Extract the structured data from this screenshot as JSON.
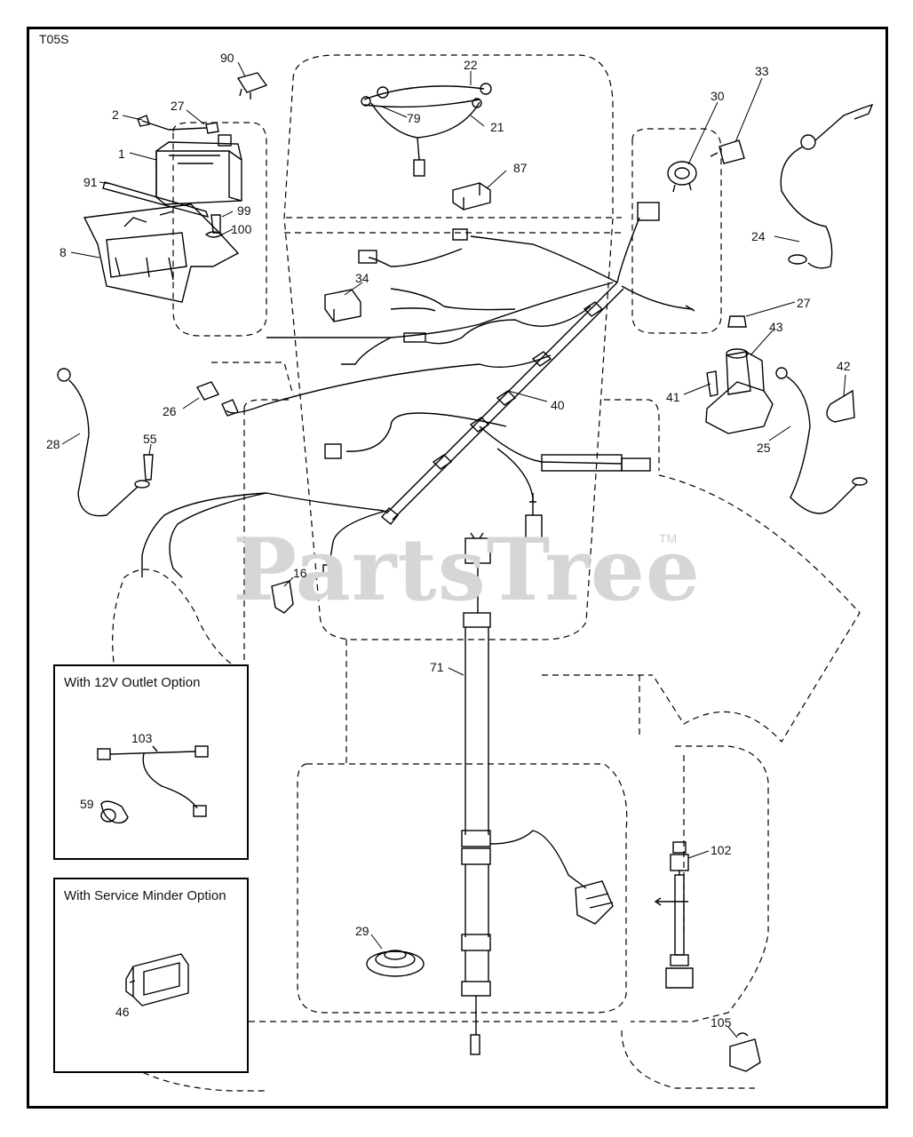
{
  "diagram": {
    "code": "T05S",
    "watermark": {
      "text": "PartsTree",
      "tm": "TM"
    },
    "callouts": {
      "c90": "90",
      "c22": "22",
      "c33": "33",
      "c2": "2",
      "c27a": "27",
      "c79": "79",
      "c21": "21",
      "c30": "30",
      "c1": "1",
      "c87": "87",
      "c91": "91",
      "c99": "99",
      "c100": "100",
      "c24": "24",
      "c8": "8",
      "c34": "34",
      "c27b": "27",
      "c43": "43",
      "c42": "42",
      "c41": "41",
      "c40": "40",
      "c26": "26",
      "c25": "25",
      "c28": "28",
      "c55": "55",
      "c16": "16",
      "c71": "71",
      "c102": "102",
      "c29": "29",
      "c105": "105"
    },
    "insets": {
      "outlet": {
        "title": "With 12V Outlet Option",
        "c103": "103",
        "c59": "59"
      },
      "minder": {
        "title": "With Service Minder Option",
        "c46": "46"
      }
    },
    "colors": {
      "line": "#000000",
      "watermark": "#d6d6d6"
    }
  }
}
